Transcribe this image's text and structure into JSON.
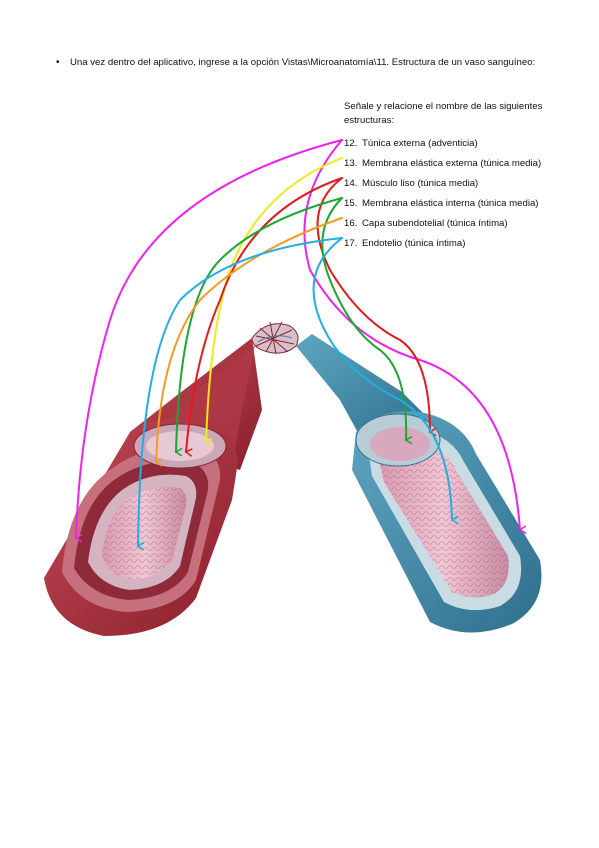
{
  "bullet": {
    "text": "Una vez dentro del aplicativo, ingrese a la opción Vistas\\Microanatomía\\11. Estructura de un vaso sanguíneo:"
  },
  "instruction": "Señale y relacione el nombre de las siguientes estructuras:",
  "structures": [
    {
      "number": "12.",
      "name": "Túnica externa (adventicia)",
      "color": "#ee22ee"
    },
    {
      "number": "13.",
      "name": "Membrana elástica externa (túnica media)",
      "color": "#f2e81a"
    },
    {
      "number": "14.",
      "name": "Músculo liso (túnica media)",
      "color": "#e41a1a"
    },
    {
      "number": "15.",
      "name": "Membrana elástica interna (túnica media)",
      "color": "#1aa832"
    },
    {
      "number": "16.",
      "name": "Capa subendotelial (túnica íntima)",
      "color": "#f59a22"
    },
    {
      "number": "17.",
      "name": "Endotelio (túnica íntima)",
      "color": "#22aee4"
    }
  ],
  "colors": {
    "artery": "#a32a38",
    "vein": "#3f8aa9",
    "lumen": "#e8b7c8"
  }
}
